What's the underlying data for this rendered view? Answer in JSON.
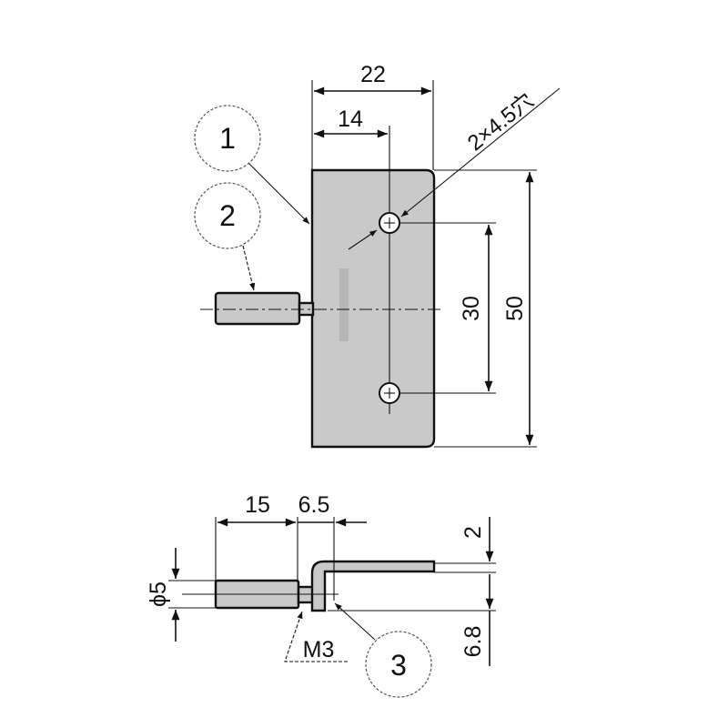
{
  "top_view": {
    "dim_width": "22",
    "dim_hole_offset": "14",
    "dim_hole_pitch": "30",
    "dim_height": "50",
    "hole_note": "2×4.5穴",
    "callouts": [
      "1",
      "2"
    ]
  },
  "side_view": {
    "dim_pin_length": "15",
    "dim_offset": "6.5",
    "dim_pin_diameter": "ϕ5",
    "dim_thickness": "2",
    "dim_height": "6.8",
    "thread_note": "M3",
    "callouts": [
      "3"
    ]
  }
}
